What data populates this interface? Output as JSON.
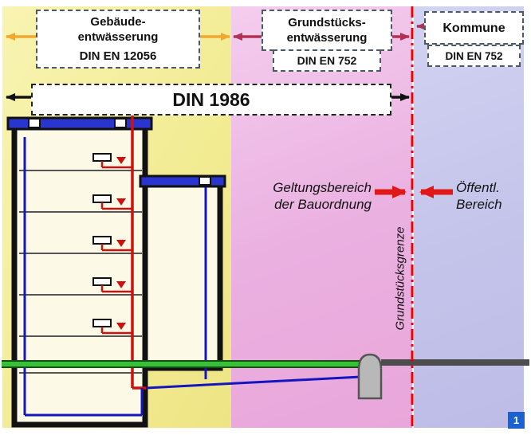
{
  "header": {
    "zone1": {
      "line1": "Gebäude-",
      "line2": "entwässerung",
      "standard": "DIN EN 12056"
    },
    "zone2": {
      "line1": "Grundstücks-",
      "line2": "entwässerung",
      "standard": "DIN EN 752"
    },
    "zone3": {
      "label": "Kommune",
      "standard": "DIN EN 752"
    },
    "din1986": "DIN 1986"
  },
  "annotations": {
    "scope_line1": "Geltungsbereich",
    "scope_line2": "der Bauordnung",
    "public_line1": "Öffentl.",
    "public_line2": "Bereich",
    "boundary": "Grundstücksgrenze"
  },
  "badge": {
    "page": "1"
  },
  "colors": {
    "zone1_bg": "#f1ea8e",
    "zone2_bg": "#eab0e0",
    "zone3_bg": "#c3c3ea",
    "zone1_arrow": "#f2a72e",
    "zone2_arrow": "#b23055",
    "din1986_arrow": "#111111",
    "scope_arrow": "#e01818",
    "boundary_line": "#f00000",
    "stack_pipe": "#cc1111",
    "drain_pipe": "#1515c0",
    "sewer_pipe_green": "#39bf39",
    "public_pipe_gray": "#4d4d4d",
    "roof_water": "#2a35cf",
    "badge_bg": "#1a61d2"
  }
}
